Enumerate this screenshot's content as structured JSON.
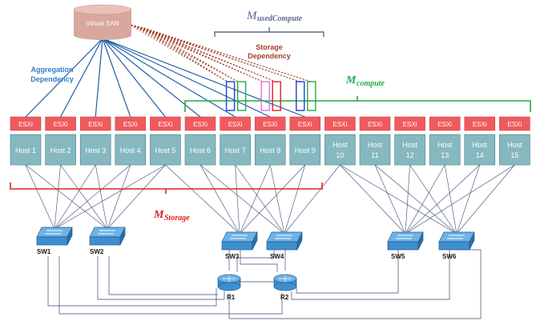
{
  "san": {
    "label": "Virtual SAN"
  },
  "labels": {
    "used_compute": "M",
    "used_compute_sub": "usedCompute",
    "storage_dependency": [
      "Storage",
      "Dependency"
    ],
    "aggregation_dependency": [
      "Aggregation",
      "Dependency"
    ],
    "compute": "M",
    "compute_sub": "compute",
    "storage": "M",
    "storage_sub": "Storage"
  },
  "esxi_label": "ESXi",
  "hosts": [
    [
      "Host 1"
    ],
    [
      "Host 2"
    ],
    [
      "Host 3"
    ],
    [
      "Host 4"
    ],
    [
      "Host 5"
    ],
    [
      "Host 6"
    ],
    [
      "Host 7"
    ],
    [
      "Host 8"
    ],
    [
      "Host 9"
    ],
    [
      "Host",
      "10"
    ],
    [
      "Host",
      "11"
    ],
    [
      "Host",
      "12"
    ],
    [
      "Host",
      "13"
    ],
    [
      "Host",
      "14"
    ],
    [
      "Host",
      "15"
    ]
  ],
  "switches": [
    "SW1",
    "SW2",
    "SW3",
    "SW4",
    "SW5",
    "SW6"
  ],
  "routers": [
    "R1",
    "R2"
  ],
  "colors": {
    "esxi_fill": "#f05a5e",
    "host_fill": "#86b8c0",
    "aggregation_line": "#1f5fa8",
    "storage_dep_line": "#a0412b",
    "compute_brace": "#22aa44",
    "storage_brace": "#e02020",
    "used_compute_brace": "#5a6a90",
    "san_fill": "#d9a79c",
    "switch_fill": "#3f8fcf"
  },
  "vm_icons": [
    {
      "host": "Host 7",
      "colors": [
        "#1f3fd0",
        "#22aa44"
      ]
    },
    {
      "host": "Host 8",
      "colors": [
        "#e070e0",
        "#e02020"
      ]
    },
    {
      "host": "Host 9",
      "colors": [
        "#1f3fd0",
        "#22aa44"
      ]
    }
  ]
}
